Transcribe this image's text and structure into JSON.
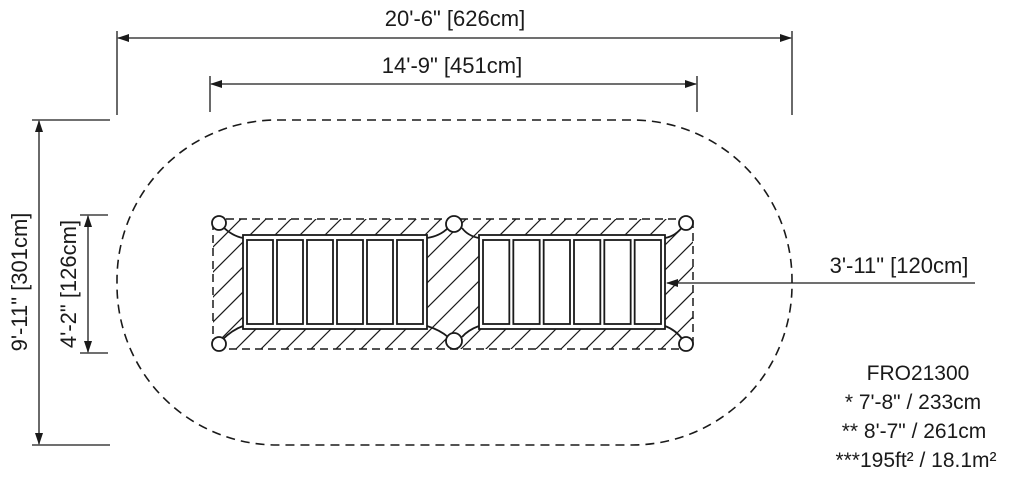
{
  "dimensions": {
    "overall_width": "20'-6\" [626cm]",
    "inner_width": "14'-9\" [451cm]",
    "overall_height": "9'-11\" [301cm]",
    "inner_height": "4'-2\" [126cm]",
    "side_offset": "3'-11\" [120cm]"
  },
  "info": {
    "model": "FRO21300",
    "line1": "* 7'-8\" / 233cm",
    "line2": "** 8'-7\" / 261cm",
    "line3": "***195ft² / 18.1m²"
  },
  "colors": {
    "line": "#1a1a1a",
    "background": "#ffffff"
  }
}
